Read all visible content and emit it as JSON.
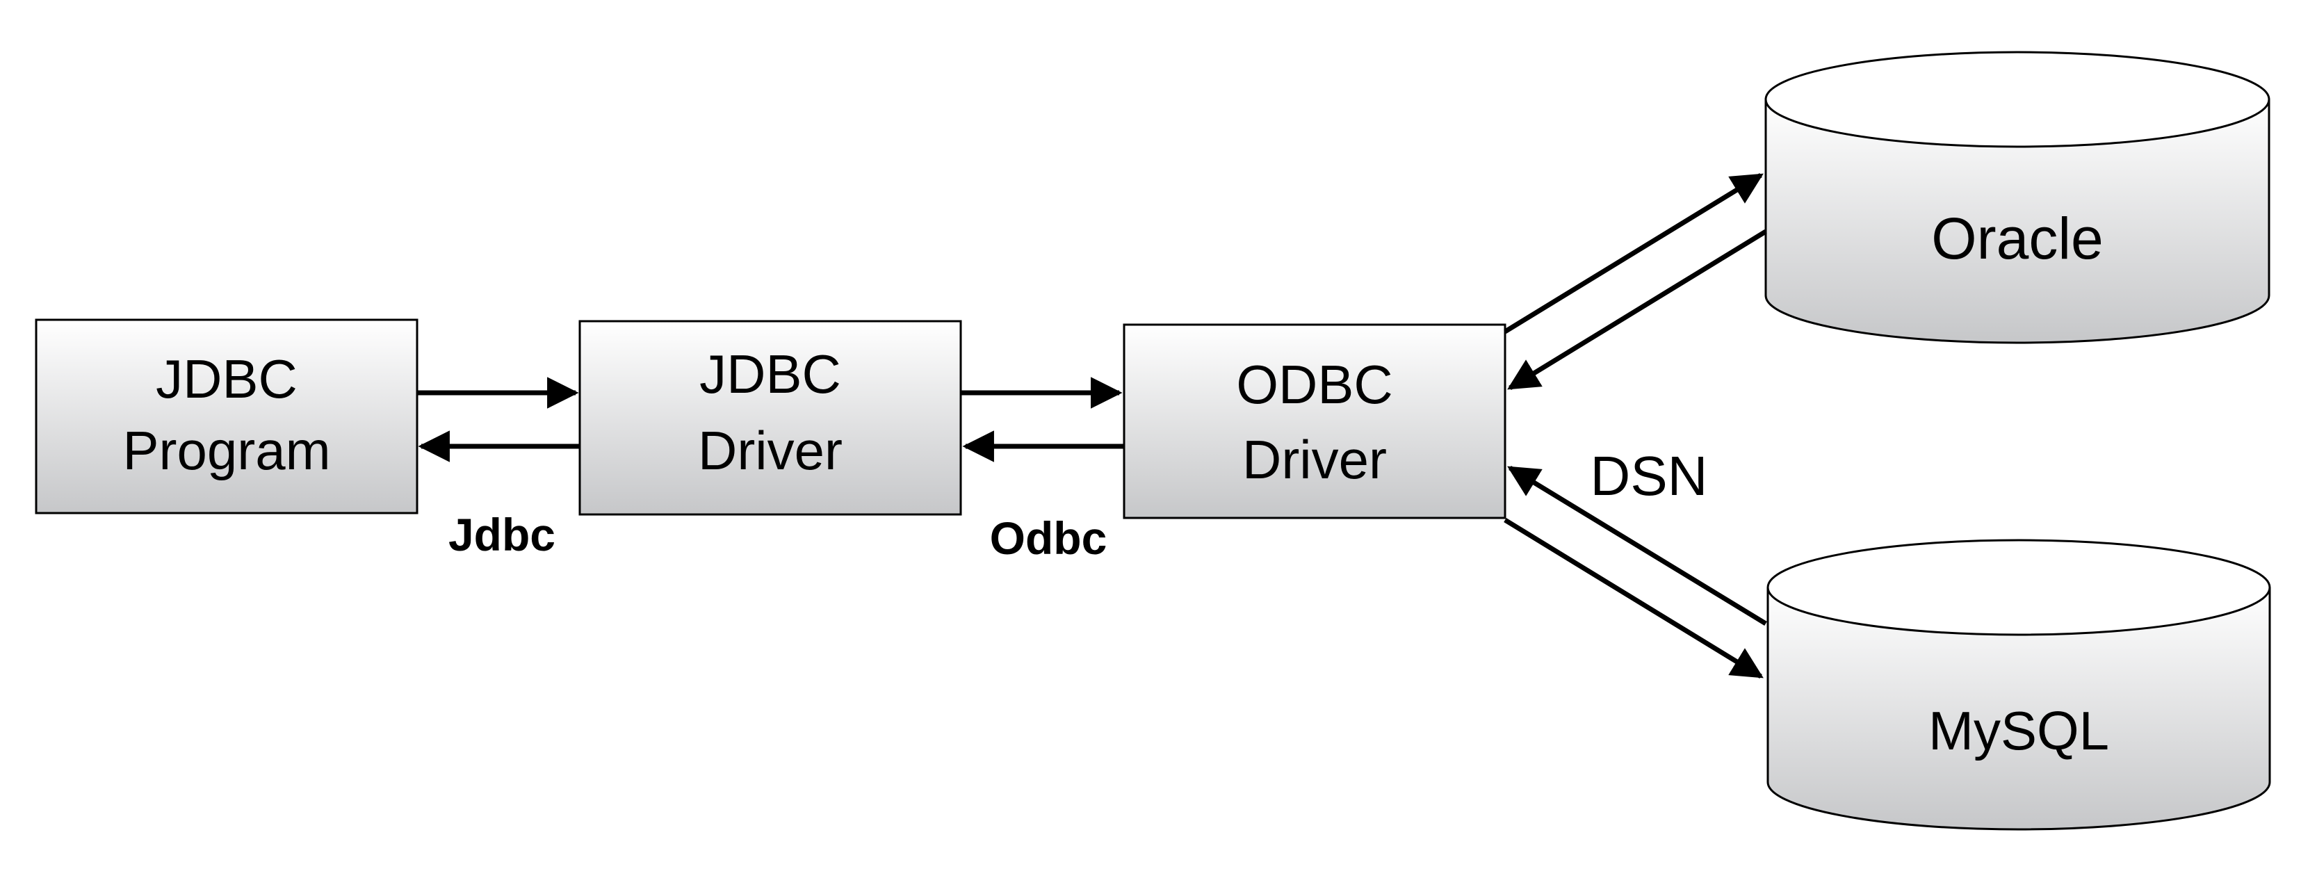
{
  "nodes": {
    "jdbc_program": {
      "line1": "JDBC",
      "line2": "Program"
    },
    "jdbc_driver": {
      "line1": "JDBC",
      "line2": "Driver"
    },
    "odbc_driver": {
      "line1": "ODBC",
      "line2": "Driver"
    },
    "oracle": {
      "label": "Oracle"
    },
    "mysql": {
      "label": "MySQL"
    }
  },
  "edge_labels": {
    "jdbc": "Jdbc",
    "odbc": "Odbc",
    "dsn": "DSN"
  },
  "colors": {
    "stroke": "#000000",
    "fill_top": "#ffffff",
    "fill_bottom": "#c8c9cb"
  }
}
